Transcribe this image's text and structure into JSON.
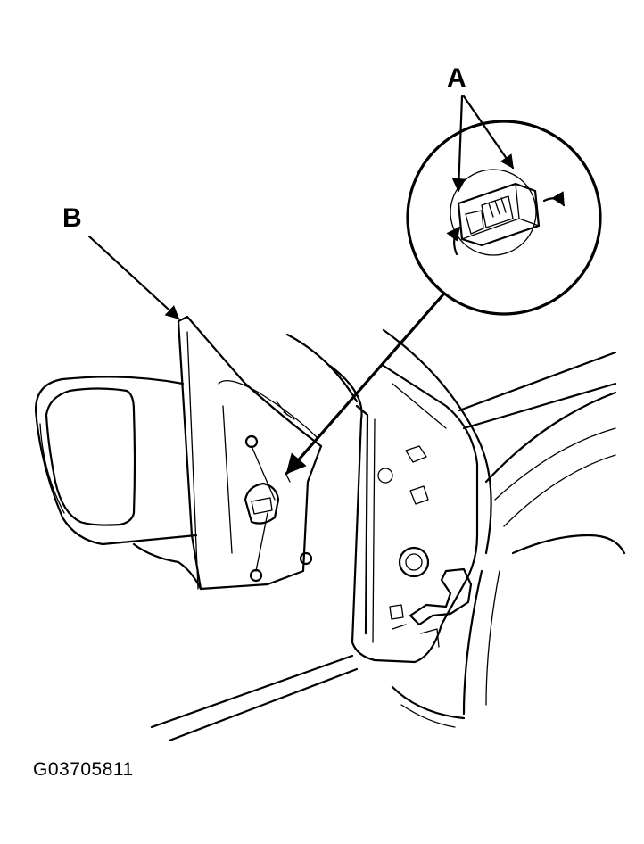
{
  "callouts": {
    "a": "A",
    "b": "B"
  },
  "figure_code": "G03705811",
  "colors": {
    "ink": "#000000",
    "paper": "#ffffff"
  }
}
